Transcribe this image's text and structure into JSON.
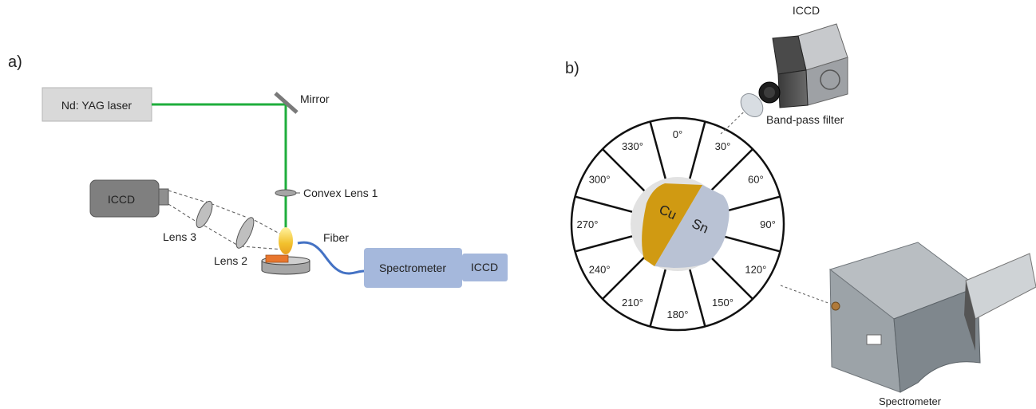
{
  "panel_a": {
    "label": "a)",
    "laser": "Nd: YAG laser",
    "mirror": "Mirror",
    "lens1": "Convex Lens 1",
    "iccd": "ICCD",
    "lens3": "Lens 3",
    "lens2": "Lens 2",
    "fiber": "Fiber",
    "spectrometer": "Spectrometer",
    "spec_iccd": "ICCD"
  },
  "panel_b": {
    "label": "b)",
    "iccd": "ICCD",
    "filter": "Band-pass filter",
    "spectrometer": "Spectrometer",
    "cu": "Cu",
    "sn": "Sn",
    "angles": [
      "0",
      "30",
      "60",
      "90",
      "120",
      "150",
      "180",
      "210",
      "240",
      "270",
      "300",
      "330"
    ],
    "degree": "°"
  },
  "colors": {
    "laser_beam": "#1fae3c",
    "box_gray": "#d9d9d9",
    "iccd_gray": "#7f7f7f",
    "spectrometer_blue": "#a5b8dc",
    "fiber_blue": "#4472c4",
    "copper": "#d09a12",
    "tin": "#b9c2d4",
    "plume": "#f2c12e"
  }
}
